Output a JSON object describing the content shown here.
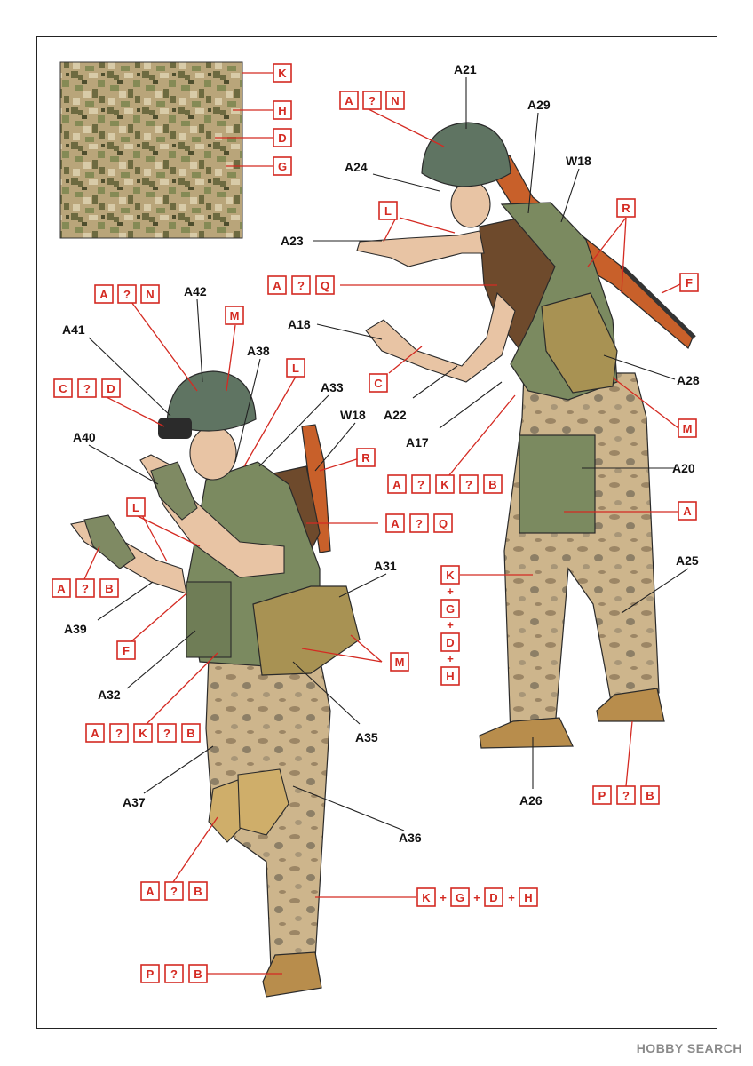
{
  "labels": [
    {
      "id": "A21",
      "text": "A21"
    },
    {
      "id": "A29",
      "text": "A29"
    },
    {
      "id": "A24",
      "text": "A24"
    },
    {
      "id": "W18a",
      "text": "W18"
    },
    {
      "id": "A23",
      "text": "A23"
    },
    {
      "id": "A18",
      "text": "A18"
    },
    {
      "id": "A22",
      "text": "A22"
    },
    {
      "id": "A17",
      "text": "A17"
    },
    {
      "id": "A28",
      "text": "A28"
    },
    {
      "id": "A20",
      "text": "A20"
    },
    {
      "id": "A25",
      "text": "A25"
    },
    {
      "id": "A26",
      "text": "A26"
    },
    {
      "id": "A42",
      "text": "A42"
    },
    {
      "id": "A41",
      "text": "A41"
    },
    {
      "id": "A38",
      "text": "A38"
    },
    {
      "id": "A33",
      "text": "A33"
    },
    {
      "id": "W18b",
      "text": "W18"
    },
    {
      "id": "A40",
      "text": "A40"
    },
    {
      "id": "A31",
      "text": "A31"
    },
    {
      "id": "A39",
      "text": "A39"
    },
    {
      "id": "A32",
      "text": "A32"
    },
    {
      "id": "A35",
      "text": "A35"
    },
    {
      "id": "A37",
      "text": "A37"
    },
    {
      "id": "A36",
      "text": "A36"
    }
  ],
  "color_codes": [
    {
      "id": "sw-k",
      "text": "K"
    },
    {
      "id": "sw-h",
      "text": "H"
    },
    {
      "id": "sw-d",
      "text": "D"
    },
    {
      "id": "sw-g",
      "text": "G"
    },
    {
      "id": "an-a",
      "text": "A"
    },
    {
      "id": "an-q",
      "text": "?"
    },
    {
      "id": "an-n",
      "text": "N"
    },
    {
      "id": "l1",
      "text": "L"
    },
    {
      "id": "aq-a",
      "text": "A"
    },
    {
      "id": "aq-q",
      "text": "?"
    },
    {
      "id": "aq-q2",
      "text": "Q"
    },
    {
      "id": "r1",
      "text": "R"
    },
    {
      "id": "f1",
      "text": "F"
    },
    {
      "id": "c1",
      "text": "C"
    },
    {
      "id": "m1",
      "text": "M"
    },
    {
      "id": "ak-a",
      "text": "A"
    },
    {
      "id": "ak-q",
      "text": "?"
    },
    {
      "id": "ak-k",
      "text": "K"
    },
    {
      "id": "ak-q2",
      "text": "?"
    },
    {
      "id": "ak-b",
      "text": "B"
    },
    {
      "id": "a1",
      "text": "A"
    },
    {
      "id": "vs-k",
      "text": "K"
    },
    {
      "id": "vs-g",
      "text": "G"
    },
    {
      "id": "vs-d",
      "text": "D"
    },
    {
      "id": "vs-h",
      "text": "H"
    },
    {
      "id": "pb1-p",
      "text": "P"
    },
    {
      "id": "pb1-q",
      "text": "?"
    },
    {
      "id": "pb1-b",
      "text": "B"
    },
    {
      "id": "an2-a",
      "text": "A"
    },
    {
      "id": "an2-q",
      "text": "?"
    },
    {
      "id": "an2-n",
      "text": "N"
    },
    {
      "id": "m2",
      "text": "M"
    },
    {
      "id": "cd-c",
      "text": "C"
    },
    {
      "id": "cd-q",
      "text": "?"
    },
    {
      "id": "cd-d",
      "text": "D"
    },
    {
      "id": "l2",
      "text": "L"
    },
    {
      "id": "r2",
      "text": "R"
    },
    {
      "id": "l3",
      "text": "L"
    },
    {
      "id": "aq2-a",
      "text": "A"
    },
    {
      "id": "aq2-q",
      "text": "?"
    },
    {
      "id": "aq2-q2",
      "text": "Q"
    },
    {
      "id": "ab1-a",
      "text": "A"
    },
    {
      "id": "ab1-q",
      "text": "?"
    },
    {
      "id": "ab1-b",
      "text": "B"
    },
    {
      "id": "f2",
      "text": "F"
    },
    {
      "id": "m3",
      "text": "M"
    },
    {
      "id": "ak2-a",
      "text": "A"
    },
    {
      "id": "ak2-q",
      "text": "?"
    },
    {
      "id": "ak2-k",
      "text": "K"
    },
    {
      "id": "ak2-q2",
      "text": "?"
    },
    {
      "id": "ak2-b",
      "text": "B"
    },
    {
      "id": "ab2-a",
      "text": "A"
    },
    {
      "id": "ab2-q",
      "text": "?"
    },
    {
      "id": "ab2-b",
      "text": "B"
    },
    {
      "id": "hs-k",
      "text": "K"
    },
    {
      "id": "hs-g",
      "text": "G"
    },
    {
      "id": "hs-d",
      "text": "D"
    },
    {
      "id": "hs-h",
      "text": "H"
    },
    {
      "id": "pb2-p",
      "text": "P"
    },
    {
      "id": "pb2-q",
      "text": "?"
    },
    {
      "id": "pb2-b",
      "text": "B"
    }
  ],
  "plus_sign": "+",
  "watermark": "HOBBY SEARCH",
  "colors": {
    "callout_red": "#d42a22",
    "helmet_green": "#5f7462",
    "vest_green": "#7b8a60",
    "shirt_brown": "#6e4a2c",
    "pouch_tan": "#a89253",
    "camo_tan": "#c6ad82",
    "skin": "#e8c4a4",
    "rifle_orange": "#c8602a",
    "boot_tan": "#b88d4c"
  }
}
